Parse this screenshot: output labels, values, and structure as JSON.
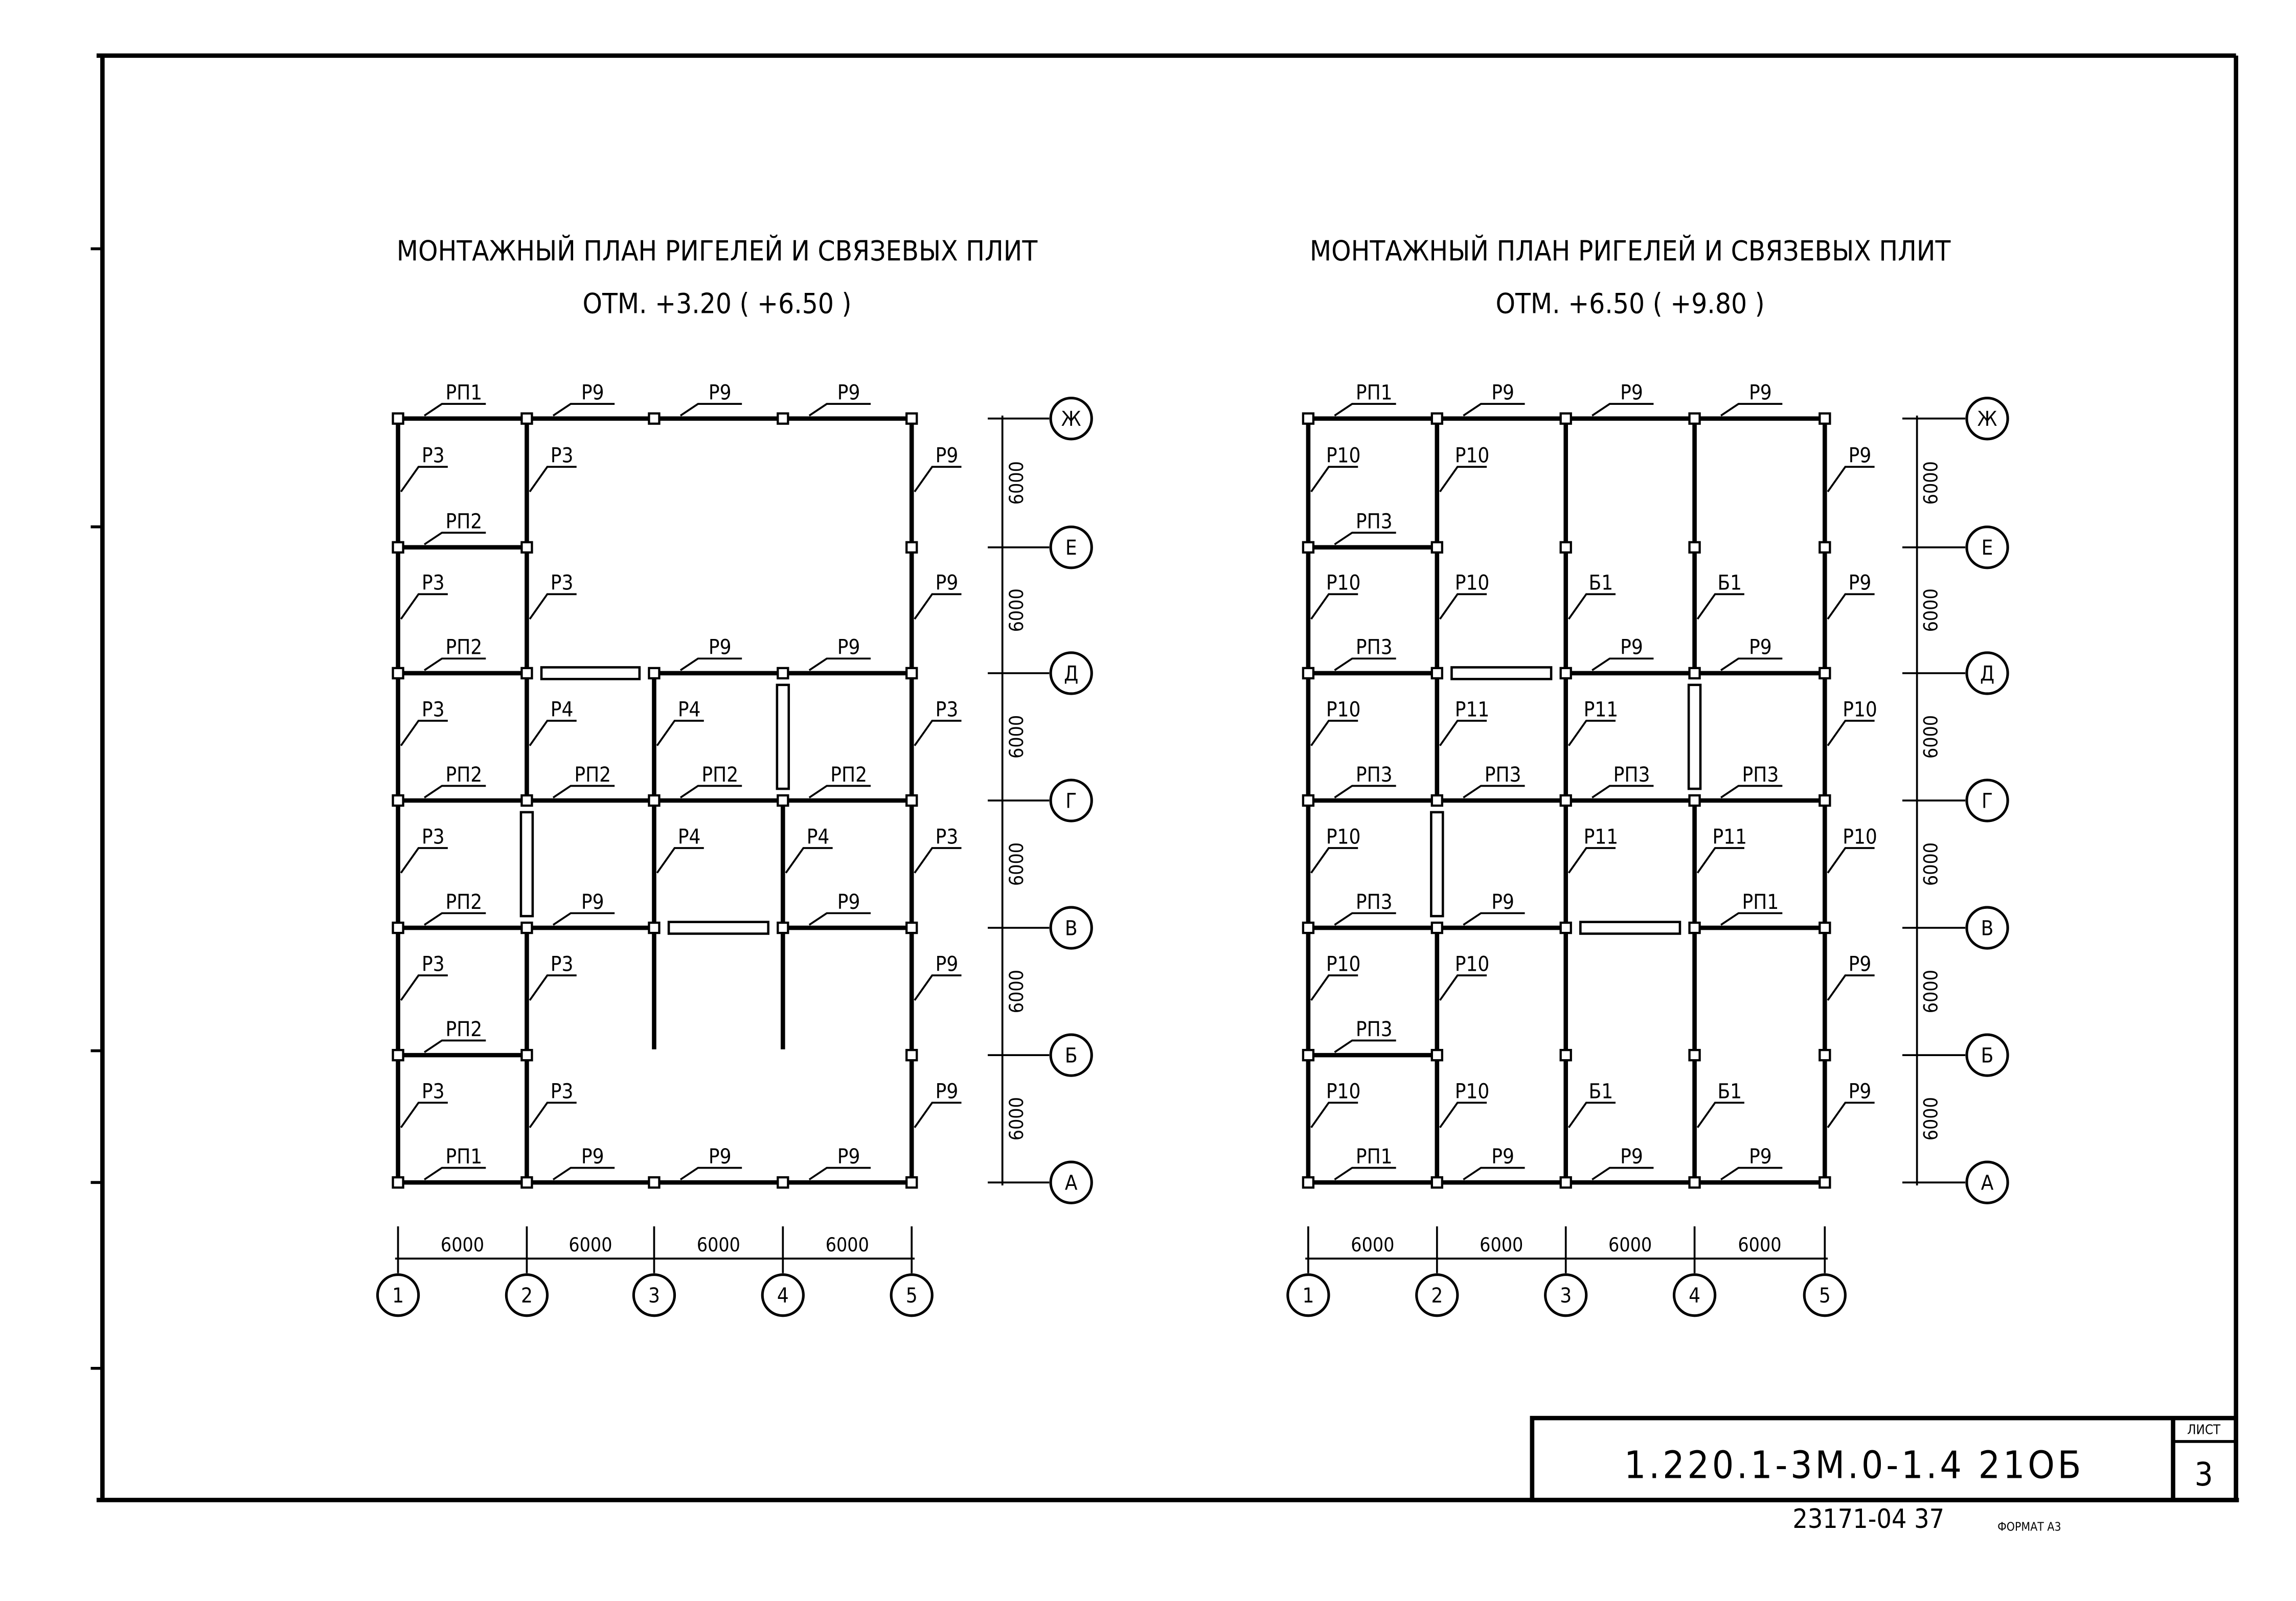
{
  "plans": [
    {
      "title": "МОНТАЖНЫЙ ПЛАН РИГЕЛЕЙ И СВЯЗЕВЫХ ПЛИТ",
      "elevation": "ОТМ. +3.20 ( +6.50 )",
      "axes_x": [
        "1",
        "2",
        "3",
        "4",
        "5"
      ],
      "axes_y": [
        "Ж",
        "Е",
        "Д",
        "Г",
        "В",
        "Б",
        "А"
      ],
      "spans_x": [
        "6000",
        "6000",
        "6000",
        "6000"
      ],
      "spans_y": [
        "6000",
        "6000",
        "6000",
        "6000",
        "6000",
        "6000"
      ],
      "labels": [
        "РП1",
        "Р9",
        "Р9",
        "Р9",
        "Р3",
        "Р3",
        "Р9",
        "РП2",
        "Р3",
        "Р3",
        "Р9",
        "РП2",
        "Р9",
        "Р9",
        "Р3",
        "Р4",
        "Р4",
        "Р3",
        "РП2",
        "РП2",
        "РП2",
        "РП2",
        "Р3",
        "Р4",
        "Р4",
        "Р3",
        "РП2",
        "Р9",
        "Р9",
        "Р3",
        "Р3",
        "Р9",
        "РП2",
        "Р3",
        "Р3",
        "Р9",
        "РП1",
        "Р9",
        "Р9",
        "Р9"
      ]
    },
    {
      "title": "МОНТАЖНЫЙ ПЛАН РИГЕЛЕЙ И СВЯЗЕВЫХ ПЛИТ",
      "elevation": "ОТМ. +6.50 ( +9.80 )",
      "axes_x": [
        "1",
        "2",
        "3",
        "4",
        "5"
      ],
      "axes_y": [
        "Ж",
        "Е",
        "Д",
        "Г",
        "В",
        "Б",
        "А"
      ],
      "spans_x": [
        "6000",
        "6000",
        "6000",
        "6000"
      ],
      "spans_y": [
        "6000",
        "6000",
        "6000",
        "6000",
        "6000",
        "6000"
      ],
      "labels": [
        "РП1",
        "Р9",
        "Р9",
        "Р9",
        "Р10",
        "Р10",
        "Р9",
        "РП3",
        "Р10",
        "Р10",
        "Б1",
        "Б1",
        "Р9",
        "РП3",
        "Р9",
        "Р9",
        "Р10",
        "Р11",
        "Р11",
        "Р10",
        "РП3",
        "РП3",
        "РП3",
        "РП3",
        "Р10",
        "Р11",
        "Р11",
        "Р10",
        "РП3",
        "Р9",
        "РП1",
        "Р10",
        "Р10",
        "Р9",
        "РП3",
        "Р10",
        "Р10",
        "Б1",
        "Б1",
        "Р9",
        "РП1",
        "Р9",
        "Р9",
        "Р9"
      ]
    }
  ],
  "title_block": {
    "designation": "1.220.1-3М.0-1.4 21ОБ",
    "sheet_label": "ЛИСТ",
    "sheet_number": "3",
    "inventory": "23171-04 37",
    "format": "ФОРМАТ А3"
  }
}
